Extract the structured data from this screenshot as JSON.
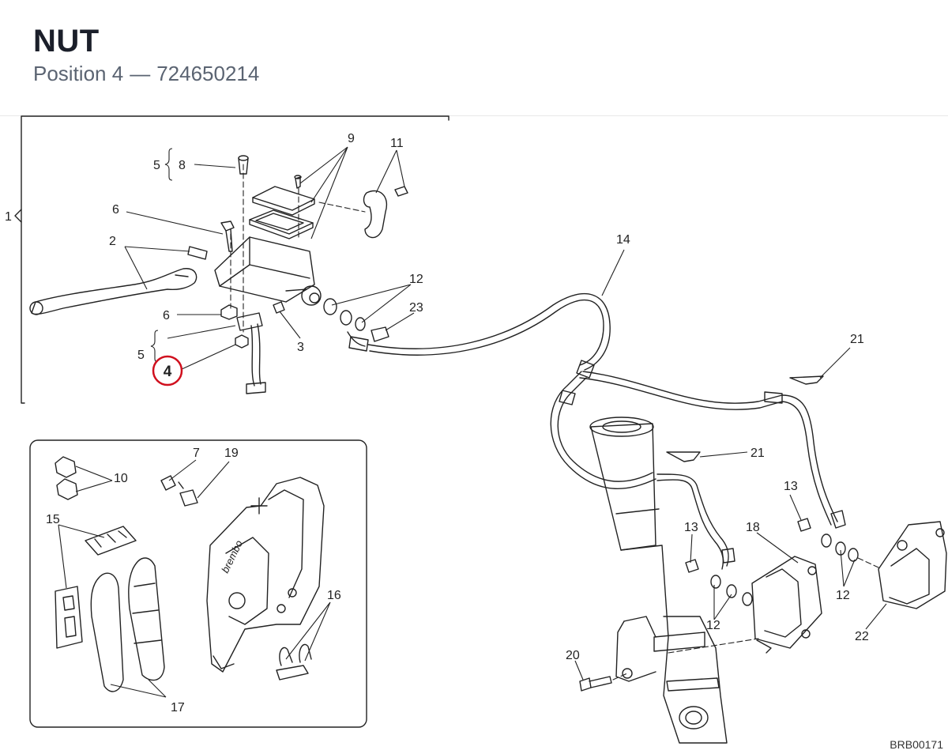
{
  "header": {
    "title": "NUT",
    "position_label": "Position 4",
    "separator": "—",
    "part_number": "724650214"
  },
  "diagram": {
    "highlighted_callout": "4",
    "highlight_color": "#d0101e",
    "callouts": {
      "c1": "1",
      "c2": "2",
      "c3": "3",
      "c5a": "5",
      "c5b": "5",
      "c6a": "6",
      "c6b": "6",
      "c7": "7",
      "c8": "8",
      "c9": "9",
      "c10": "10",
      "c11": "11",
      "c12a": "12",
      "c12b": "12",
      "c12c": "12",
      "c13a": "13",
      "c13b": "13",
      "c14": "14",
      "c15": "15",
      "c16": "16",
      "c17": "17",
      "c18": "18",
      "c19": "19",
      "c20": "20",
      "c21a": "21",
      "c21b": "21",
      "c22": "22",
      "c23": "23"
    },
    "reference_code": "BRB00171",
    "caliper_brand": "brembo"
  }
}
